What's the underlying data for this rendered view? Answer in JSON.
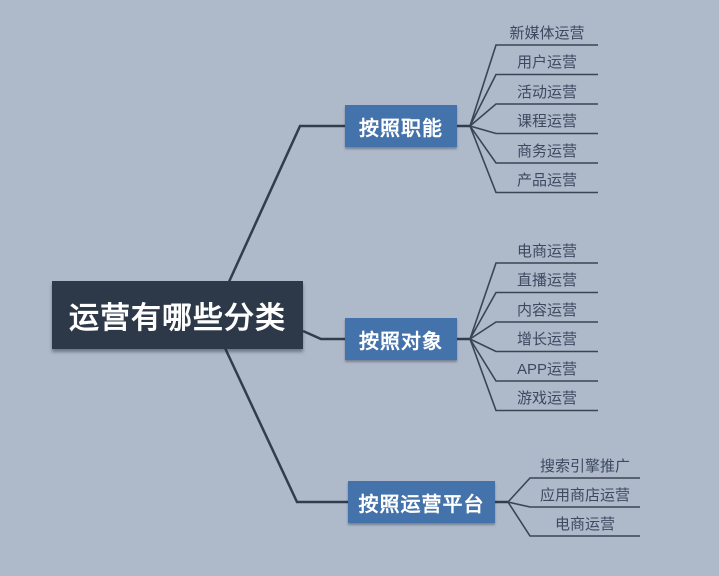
{
  "diagram_title": "运营有哪些分类",
  "colors": {
    "background": "#aeb9ca",
    "root_bg": "#2d3948",
    "branch_bg": "#4472ab",
    "node_text": "#ffffff",
    "leaf_text": "#3d4961",
    "main_line": "#323c4b",
    "leaf_line": "#3a4454"
  },
  "root": {
    "label": "运营有哪些分类"
  },
  "branches": [
    {
      "label": "按照职能",
      "children": [
        "新媒体运营",
        "用户运营",
        "活动运营",
        "课程运营",
        "商务运营",
        "产品运营"
      ]
    },
    {
      "label": "按照对象",
      "children": [
        "电商运营",
        "直播运营",
        "内容运营",
        "增长运营",
        "APP运营",
        "游戏运营"
      ]
    },
    {
      "label": "按照运营平台",
      "children": [
        "搜索引擎推广",
        "应用商店运营",
        "电商运营"
      ]
    }
  ]
}
